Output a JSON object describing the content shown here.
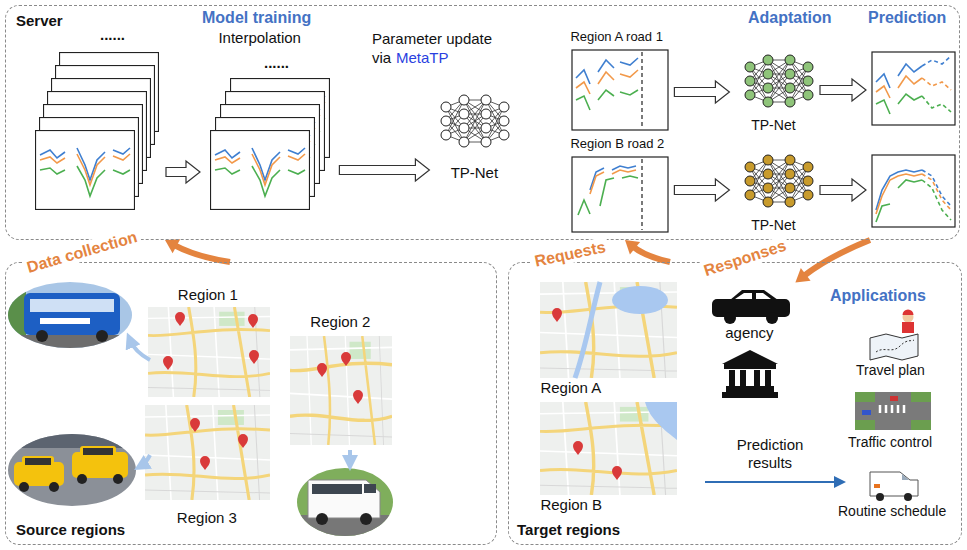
{
  "diagram": {
    "nodes": [
      {
        "text": [
          "Server"
        ]
      },
      {
        "text": [
          "Interpolation"
        ],
        "in": 0
      },
      {
        "text": [
          "TP-Net"
        ],
        "in": 0
      },
      {
        "text": [
          "Region A road 1"
        ],
        "in": 0
      },
      {
        "text": [
          "TP-Net"
        ],
        "in": 0
      },
      {
        "text": [
          "Region B road 2"
        ],
        "in": 0
      },
      {
        "text": [
          "TP-Net"
        ],
        "in": 0
      },
      {
        "text": [
          "Source regions"
        ]
      },
      {
        "text": [
          "Region 1"
        ],
        "in": 7
      },
      {
        "text": [
          "Region 2"
        ],
        "in": 7
      },
      {
        "text": [
          "Region 3"
        ],
        "in": 7
      },
      {
        "text": [
          "Target regions"
        ]
      },
      {
        "text": [
          "Region A"
        ],
        "in": 11
      },
      {
        "text": [
          "Region B"
        ],
        "in": 11
      },
      {
        "text": [
          "agency"
        ],
        "in": 11
      }
    ],
    "edges": [
      {
        "from": 7,
        "to": 0,
        "label": "Data collection",
        "arrow": "to"
      },
      {
        "from": 1,
        "to": 2,
        "arrow": "to"
      },
      {
        "from": 3,
        "to": 4,
        "arrow": "to"
      },
      {
        "from": 5,
        "to": 6,
        "arrow": "to"
      },
      {
        "from": 11,
        "to": 0,
        "label": "Requests",
        "arrow": "to"
      },
      {
        "from": 0,
        "to": 14,
        "label": "Responses",
        "arrow": "to"
      }
    ],
    "labels": [
      "Model training",
      "......",
      "......",
      "Parameter update",
      "via",
      "MetaTP",
      "Adaptation",
      "Prediction",
      "Applications",
      "Travel plan",
      "Traffic control",
      "Prediction results",
      "Routine schedule"
    ]
  }
}
